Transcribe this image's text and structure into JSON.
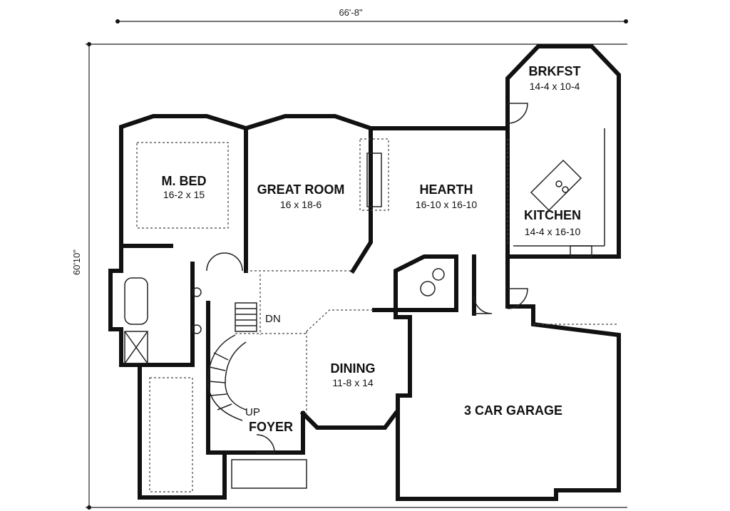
{
  "dimensions": {
    "width_label": "66'-8\"",
    "depth_label": "60'10\""
  },
  "rooms": {
    "master_bed": {
      "name": "M. BED",
      "size": "16-2 x 15"
    },
    "great_room": {
      "name": "GREAT ROOM",
      "size": "16 x 18-6"
    },
    "hearth": {
      "name": "HEARTH",
      "size": "16-10 x 16-10"
    },
    "breakfast": {
      "name": "BRKFST",
      "size": "14-4 x 10-4"
    },
    "kitchen": {
      "name": "KITCHEN",
      "size": "14-4 x 16-10"
    },
    "dining": {
      "name": "DINING",
      "size": "11-8 x 14"
    },
    "foyer": {
      "name": "FOYER"
    },
    "garage": {
      "name": "3 CAR GARAGE"
    }
  },
  "stairs": {
    "down_label": "DN",
    "up_label": "UP"
  }
}
